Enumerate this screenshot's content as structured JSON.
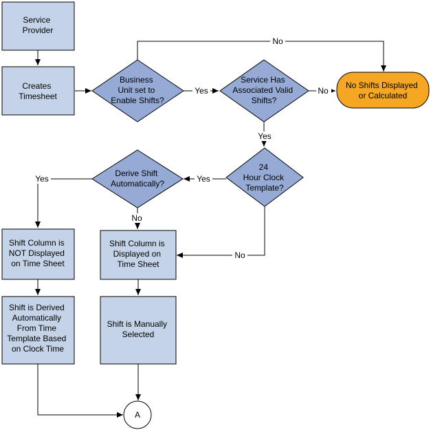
{
  "nodes": {
    "service_provider": [
      "Service",
      "Provider"
    ],
    "creates_timesheet": [
      "Creates",
      "Timesheet"
    ],
    "business_unit_decision": [
      "Business",
      "Unit set to",
      "Enable Shifts?"
    ],
    "service_valid_shifts_decision": [
      "Service Has",
      "Associated Valid",
      "Shifts?"
    ],
    "no_shifts_terminal": [
      "No Shifts Displayed",
      "or Calculated"
    ],
    "hour_clock_decision": [
      "24",
      "Hour Clock",
      "Template?"
    ],
    "derive_shift_decision": [
      "Derive Shift",
      "Automatically?"
    ],
    "shift_not_displayed": [
      "Shift Column is",
      "NOT Displayed",
      "on Time Sheet"
    ],
    "shift_displayed": [
      "Shift Column is",
      "Displayed on",
      "Time Sheet"
    ],
    "shift_derived": [
      "Shift is Derived",
      "Automatically",
      "From Time",
      "Template Based",
      "on Clock Time"
    ],
    "shift_manual": [
      "Shift is Manually",
      "Selected"
    ],
    "connector_a": [
      "A"
    ]
  },
  "edge_labels": {
    "no_top": "No",
    "yes_bu_to_service": "Yes",
    "no_service_to_terminal": "No",
    "yes_service_to_clock": "Yes",
    "yes_clock_to_derive": "Yes",
    "yes_derive_to_not_displayed": "Yes",
    "no_derive_to_displayed": "No",
    "no_clock_to_displayed": "No"
  },
  "colors": {
    "process_fill": "#c5d3e8",
    "decision_fill": "#95abd6",
    "terminal_fill": "#f5a623",
    "line": "#000000"
  }
}
